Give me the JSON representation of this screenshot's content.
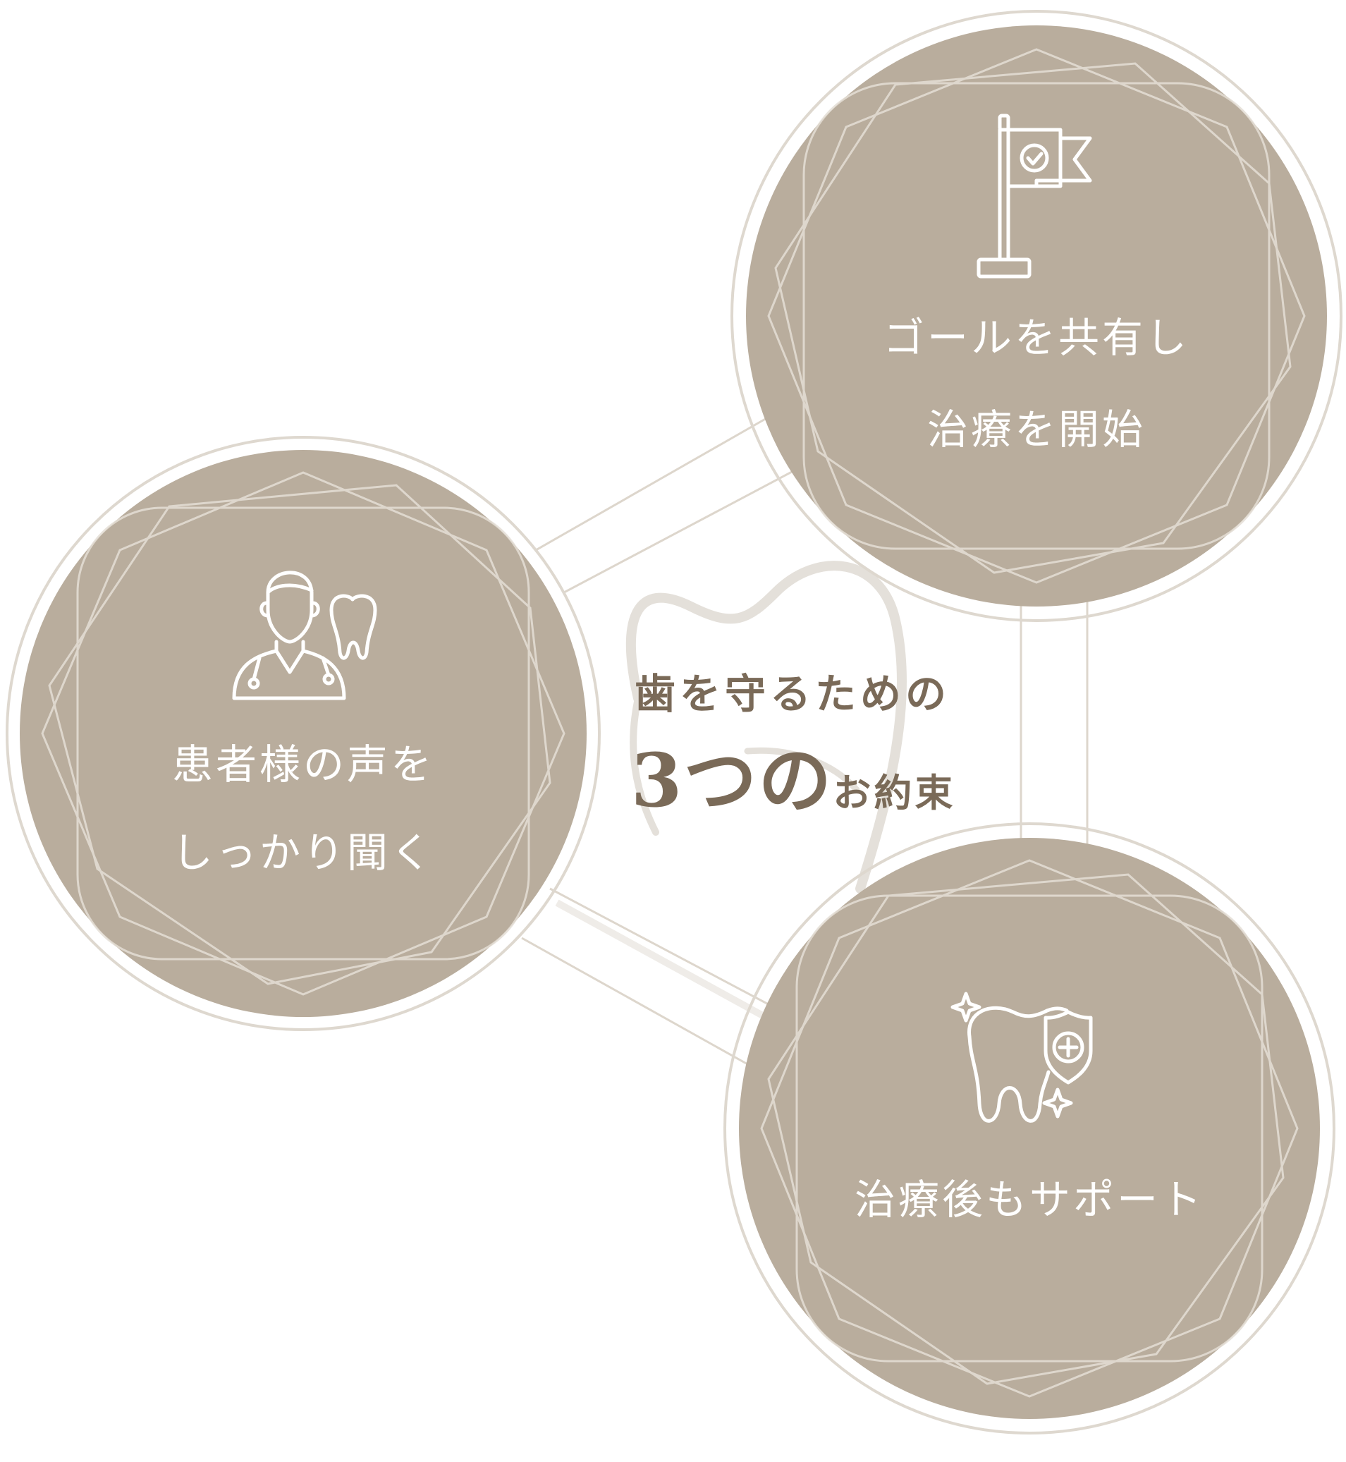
{
  "center": {
    "line1": "歯を守るための",
    "big": "3つの",
    "small": "お約束"
  },
  "nodes": [
    {
      "id": "left",
      "icon": "dentist-icon",
      "lines": [
        "患者様の声を",
        "しっかり聞く"
      ]
    },
    {
      "id": "top-right",
      "icon": "goal-flag-icon",
      "lines": [
        "ゴールを共有し",
        "治療を開始"
      ]
    },
    {
      "id": "bottom-right",
      "icon": "tooth-protection-icon",
      "lines": [
        "治療後もサポート"
      ]
    }
  ],
  "colors": {
    "circle_fill": "#b9ad9d",
    "ring": "#ded8cf",
    "pattern_line": "#e5dfd6",
    "icon_stroke": "#ffffff",
    "title": "#7a6a58",
    "tooth_outline": "#e4e0da"
  }
}
